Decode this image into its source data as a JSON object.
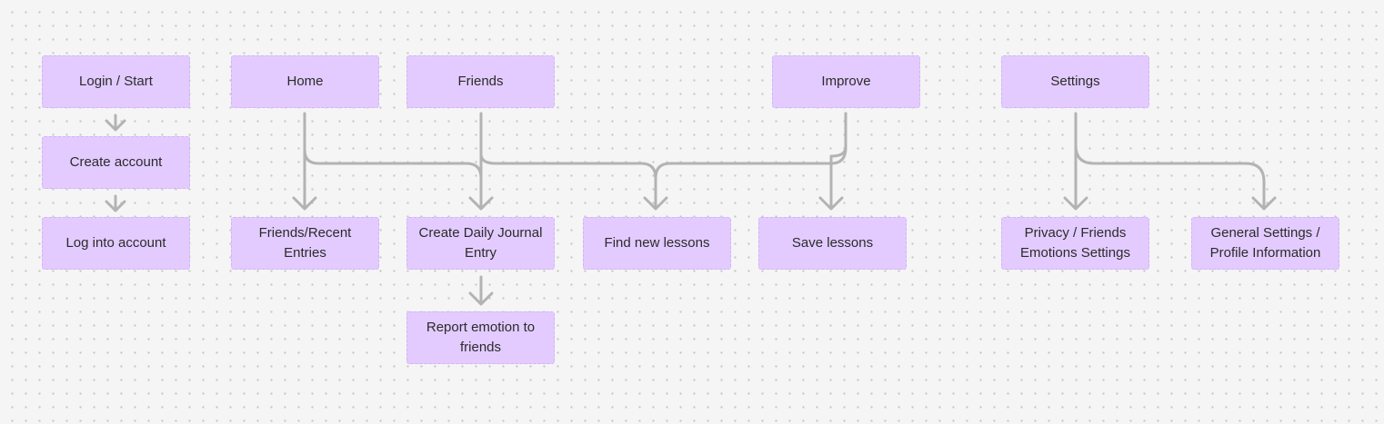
{
  "nodes": {
    "login_start": "Login / Start",
    "create_account": "Create account",
    "log_into_account": "Log into account",
    "home": "Home",
    "friends": "Friends",
    "improve": "Improve",
    "settings": "Settings",
    "friends_recent_entries": "Friends/Recent Entries",
    "create_daily_journal_entry": "Create Daily Journal Entry",
    "find_new_lessons": "Find new lessons",
    "save_lessons": "Save lessons",
    "privacy_friends_emotions_settings": "Privacy / Friends Emotions Settings",
    "general_settings_profile_information": "General Settings / Profile Information",
    "report_emotion_to_friends": "Report emotion to friends"
  },
  "colors": {
    "node_fill": "#e3cbff",
    "connector": "#b3b3b3",
    "canvas": "#f5f5f5"
  }
}
